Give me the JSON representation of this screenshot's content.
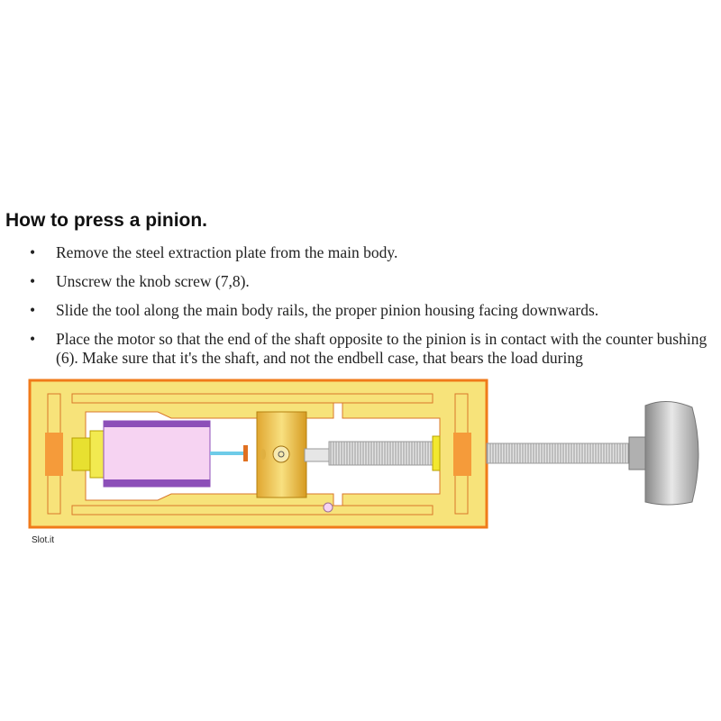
{
  "title": "How to press a pinion.",
  "bullets": [
    "Remove the steel extraction plate from the main body.",
    "Unscrew the knob screw (7,8).",
    "Slide the tool along the main body rails, the proper pinion housing facing downwards.",
    "Place the motor so that the end of the shaft opposite to the pinion is in contact with the counter bushing (6). Make sure that it's the shaft, and not the endbell case, that bears the load during"
  ],
  "bullet_glyph": "•",
  "credit": "Slot.it",
  "colors": {
    "frame": "#f7e37a",
    "frame_edge": "#f07a1a",
    "motor": "#f6d3f2",
    "motor_band": "#8c4fb8",
    "knob": "#a9a9a9"
  }
}
